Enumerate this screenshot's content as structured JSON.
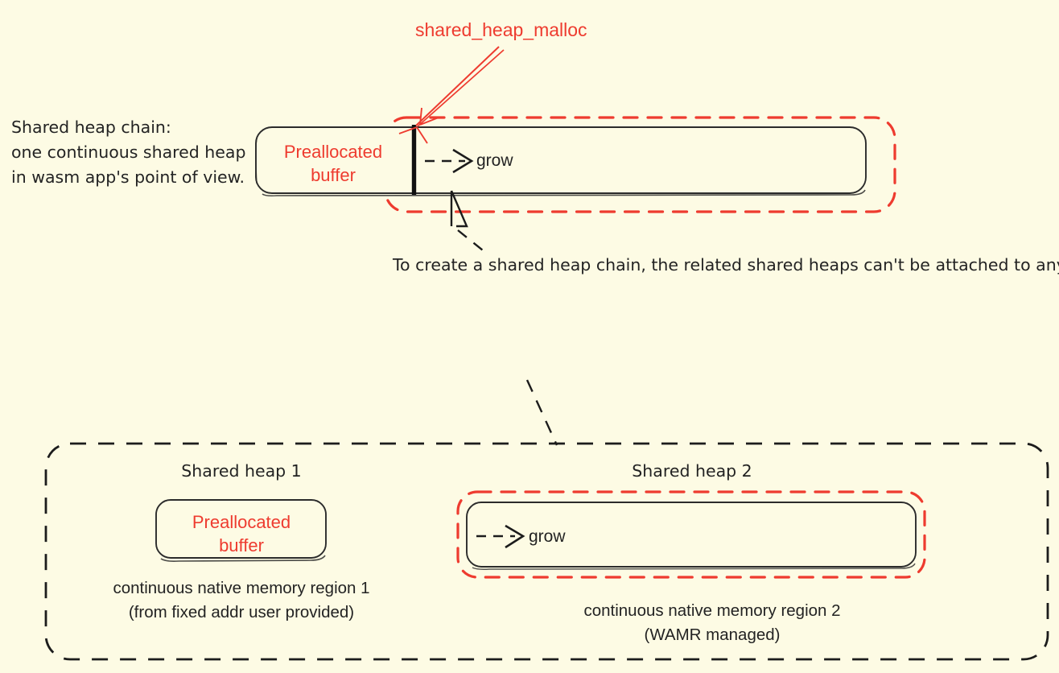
{
  "colors": {
    "background": "#FDFBE4",
    "stroke": "#2B2B2B",
    "accent_red": "#EE3B2F",
    "text": "#232323"
  },
  "annotations": {
    "malloc_label": "shared_heap_malloc",
    "lead_text": "Shared heap chain:\none continuous shared heap\nin wasm app's point of view.",
    "chain_note": "To create a shared heap chain, the related shared heaps can't be attached to any wasm apps"
  },
  "top_diagram": {
    "preallocated_buffer_label": "Preallocated\nbuffer",
    "grow_label": "grow",
    "grow_arrow_glyph": "- ->"
  },
  "bottom_diagram": {
    "heap1": {
      "title": "Shared heap 1",
      "box_label": "Preallocated\nbuffer",
      "caption": "continuous native memory region 1\n(from fixed addr user provided)"
    },
    "heap2": {
      "title": "Shared heap 2",
      "grow_label": "grow",
      "grow_arrow_glyph": "- ->",
      "caption": "continuous native memory region 2\n(WAMR managed)"
    }
  }
}
